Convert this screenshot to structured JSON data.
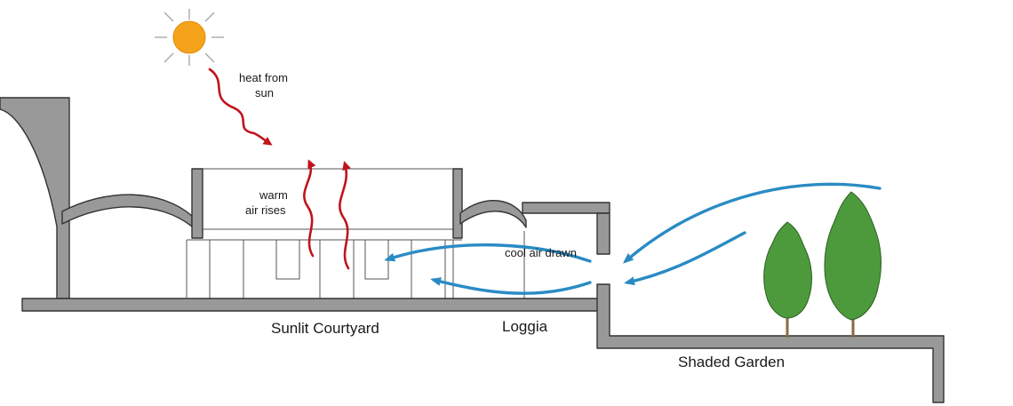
{
  "labels": {
    "heat_line1": "heat from",
    "heat_line2": "sun",
    "warm_line1": "warm",
    "warm_line2": "air rises",
    "cool_air": "cool air drawn",
    "courtyard": "Sunlit Courtyard",
    "loggia": "Loggia",
    "garden": "Shaded Garden"
  },
  "icons": {
    "sun": "sun-icon",
    "tree": "cypress-tree-icon",
    "arrow": "airflow-arrow"
  },
  "colors": {
    "wall": "#999999",
    "wall_stroke": "#333333",
    "sun": "#f5a31a",
    "sun_rays": "#aaaaaa",
    "heat_arrow": "#c0141c",
    "cool_arrow": "#2a8bc4",
    "tree": "#4c9a3c",
    "tree_stroke": "#2d5f22",
    "trunk": "#8a6a45",
    "outline": "#555555"
  }
}
